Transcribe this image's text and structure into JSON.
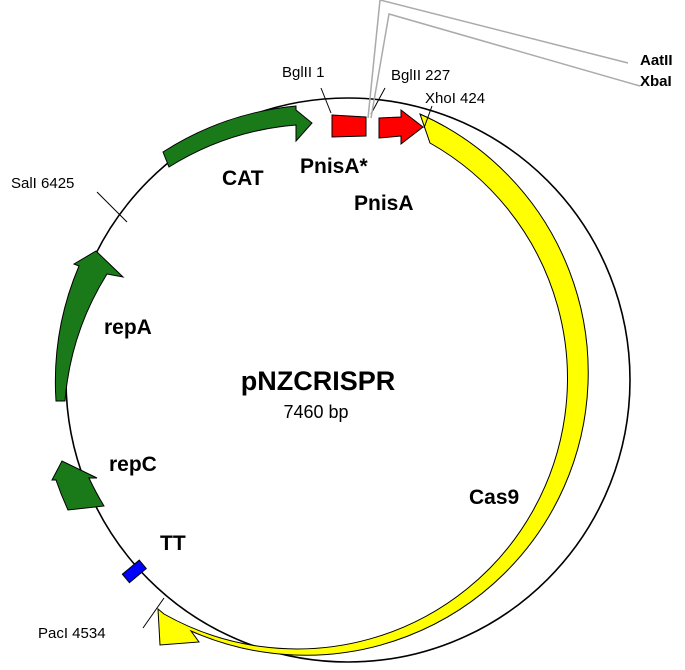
{
  "plasmid": {
    "name": "pNZCRISPR",
    "size": "7460 bp"
  },
  "features": [
    {
      "label": "CAT",
      "color": "#1a7a1a"
    },
    {
      "label": "PnisA*",
      "color": "#ff0000"
    },
    {
      "label": "PnisA",
      "color": "#ff0000"
    },
    {
      "label": "Cas9",
      "color": "#ffff00"
    },
    {
      "label": "repA",
      "color": "#1a7a1a"
    },
    {
      "label": "repC",
      "color": "#1a7a1a"
    },
    {
      "label": "TT",
      "color": "#0000ff"
    }
  ],
  "sites": [
    {
      "label": "BglII 1"
    },
    {
      "label": "BglII 227"
    },
    {
      "label": "XhoI 424"
    },
    {
      "label": "SalI 6425"
    },
    {
      "label": "PacI 4534"
    },
    {
      "label": "AatII"
    },
    {
      "label": "XbaI"
    }
  ]
}
